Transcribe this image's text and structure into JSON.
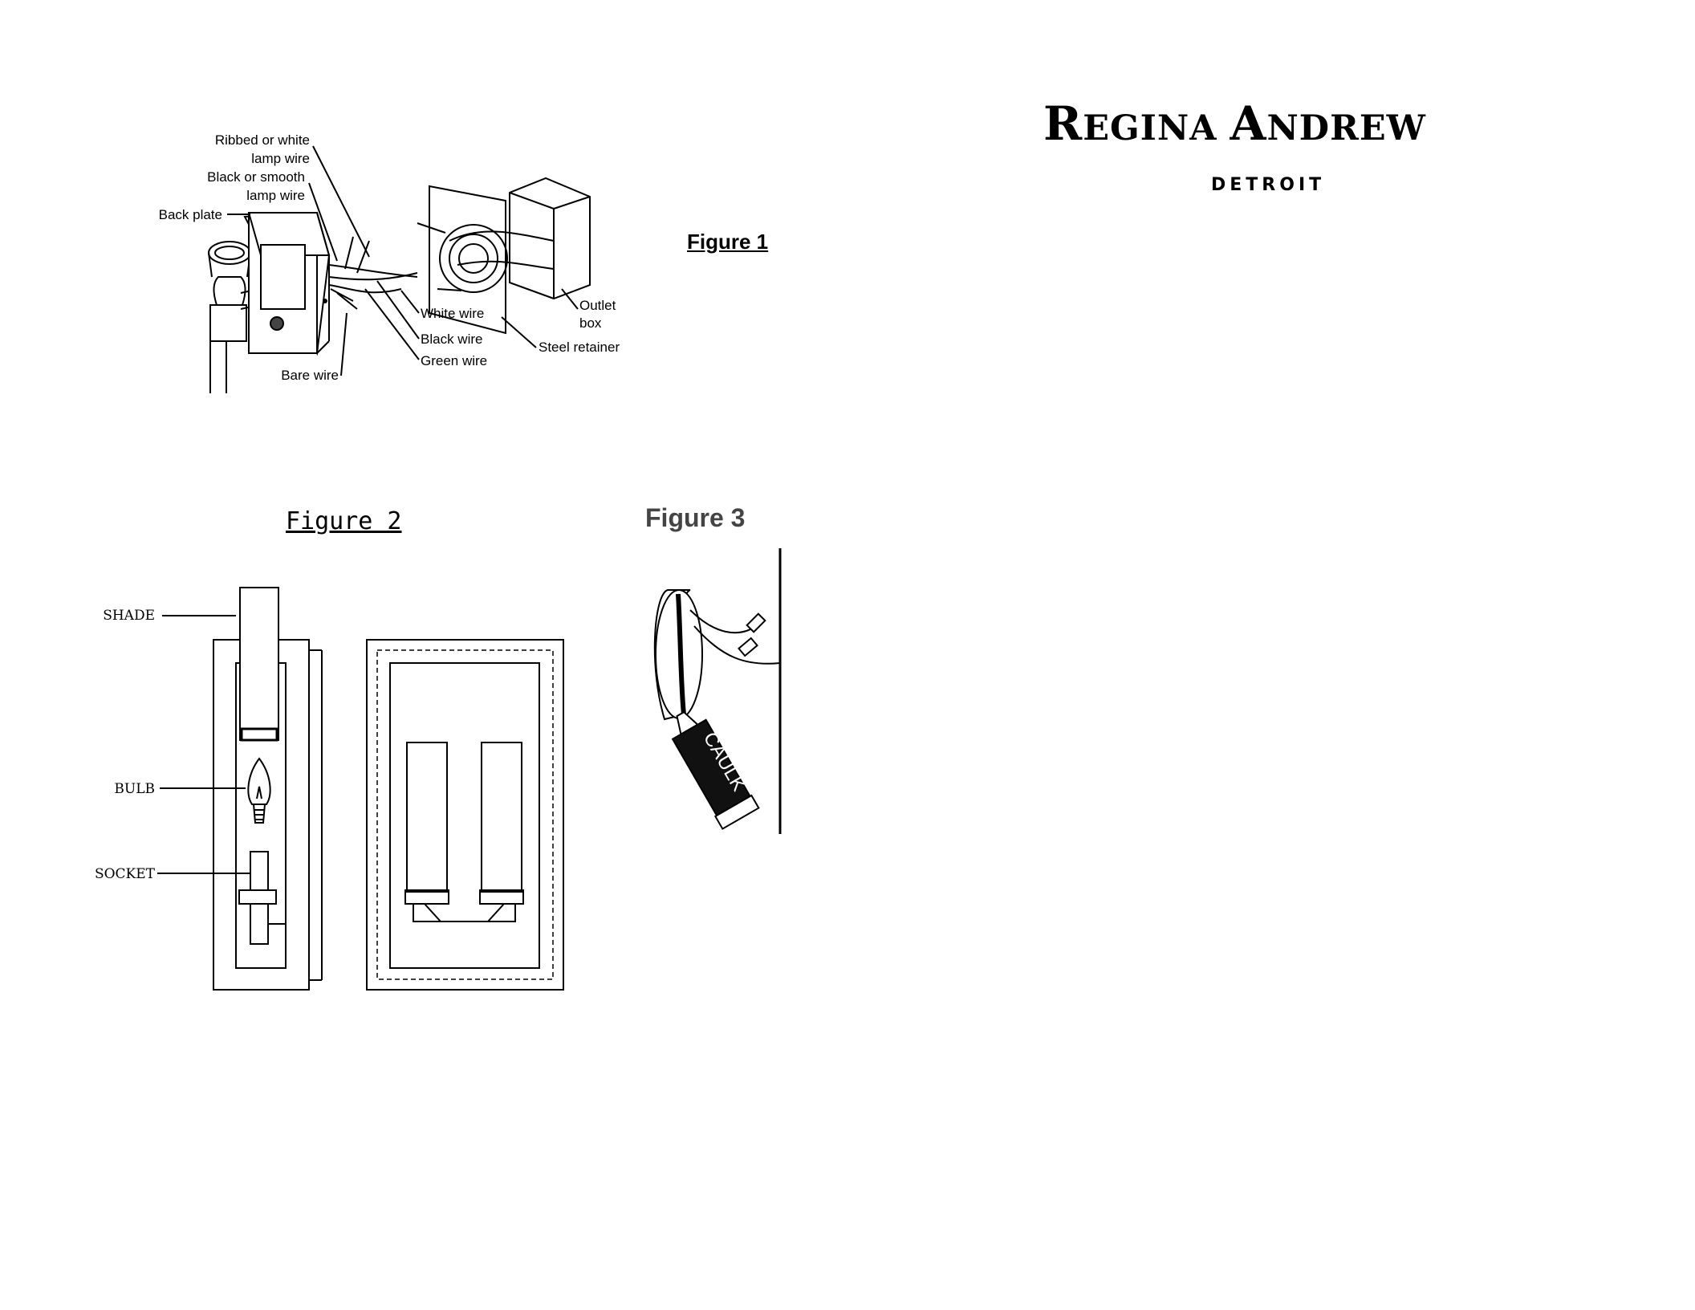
{
  "brand": {
    "name_parts": [
      {
        "cap": "R",
        "rest": "EGINA"
      },
      {
        "cap": "A",
        "rest": "NDREW"
      }
    ],
    "city": "DETROIT"
  },
  "figure1": {
    "title": "Figure 1",
    "labels": {
      "ribbed_line1": "Ribbed or white",
      "ribbed_line2": "lamp wire",
      "black_line1": "Black or smooth",
      "black_line2": "lamp wire",
      "back_plate": "Back plate",
      "white_wire": "White wire",
      "black_wire": "Black wire",
      "green_wire": "Green wire",
      "bare_wire": "Bare wire",
      "outlet_line1": "Outlet",
      "outlet_line2": "box",
      "steel_retainer": "Steel retainer"
    }
  },
  "figure2": {
    "title": "Figure 2",
    "labels": {
      "shade": "SHADE",
      "bulb": "BULB",
      "socket": "SOCKET"
    }
  },
  "figure3": {
    "title": "Figure 3",
    "caulk": "CAULK"
  }
}
